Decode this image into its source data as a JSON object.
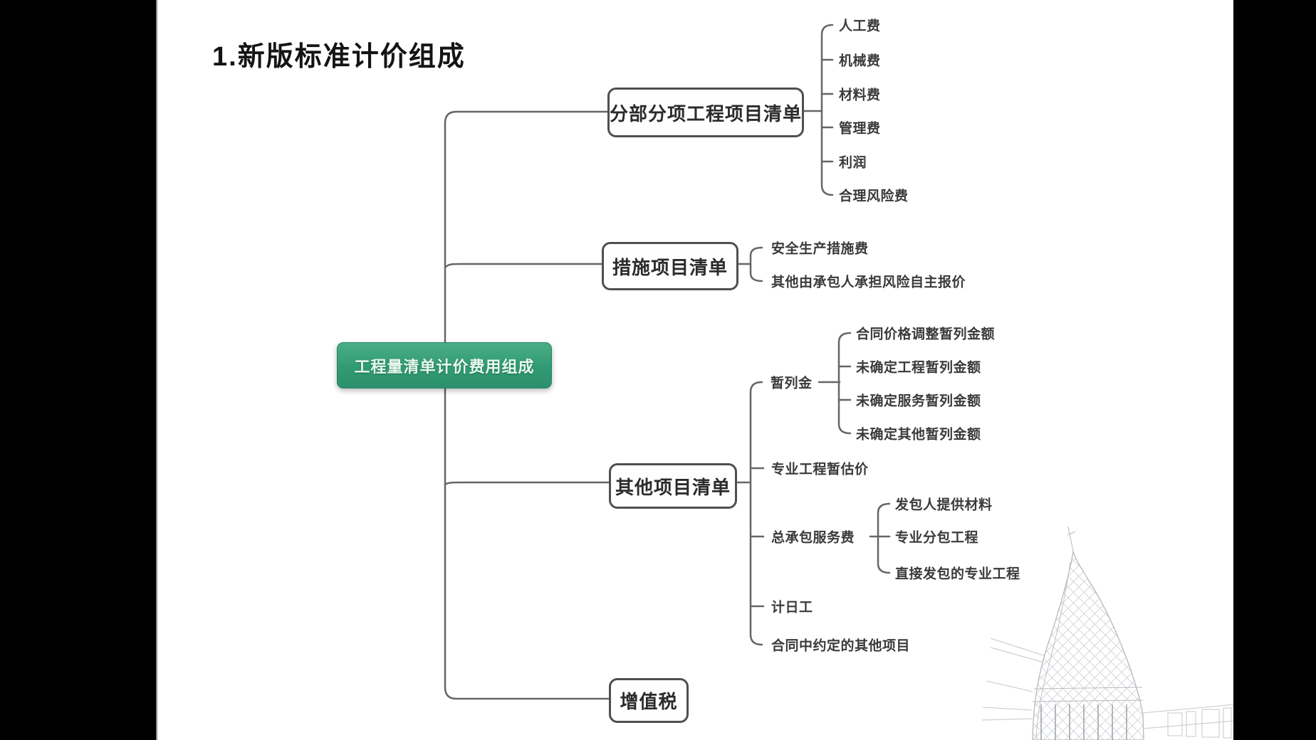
{
  "title": "1.新版标准计价组成",
  "root": {
    "label": "工程量清单计价费用组成"
  },
  "branches": [
    {
      "label": "分部分项工程项目清单",
      "children": [
        "人工费",
        "机械费",
        "材料费",
        "管理费",
        "利润",
        "合理风险费"
      ]
    },
    {
      "label": "措施项目清单",
      "children": [
        "安全生产措施费",
        "其他由承包人承担风险自主报价"
      ]
    },
    {
      "label": "其他项目清单",
      "children": [
        {
          "label": "暂列金",
          "children": [
            "合同价格调整暂列金额",
            "未确定工程暂列金额",
            "未确定服务暂列金额",
            "未确定其他暂列金额"
          ]
        },
        {
          "label": "专业工程暂估价",
          "children": []
        },
        {
          "label": "总承包服务费",
          "children": [
            "发包人提供材料",
            "专业分包工程",
            "直接发包的专业工程"
          ]
        },
        {
          "label": "计日工",
          "children": []
        },
        {
          "label": "合同中约定的其他项目",
          "children": []
        }
      ]
    },
    {
      "label": "增值税",
      "children": []
    }
  ],
  "colors": {
    "root_fill_top": "#4aae88",
    "root_fill_bottom": "#2c906c",
    "root_text": "#eaf8f1",
    "box_border": "#4f4f4f",
    "box_text": "#2b2b2b",
    "connector": "#666666",
    "leaf_text": "#3a3a3a",
    "canvas_bg": "#ffffff",
    "letterbox": "#000000",
    "sketch_line": "#c4c8ce"
  }
}
